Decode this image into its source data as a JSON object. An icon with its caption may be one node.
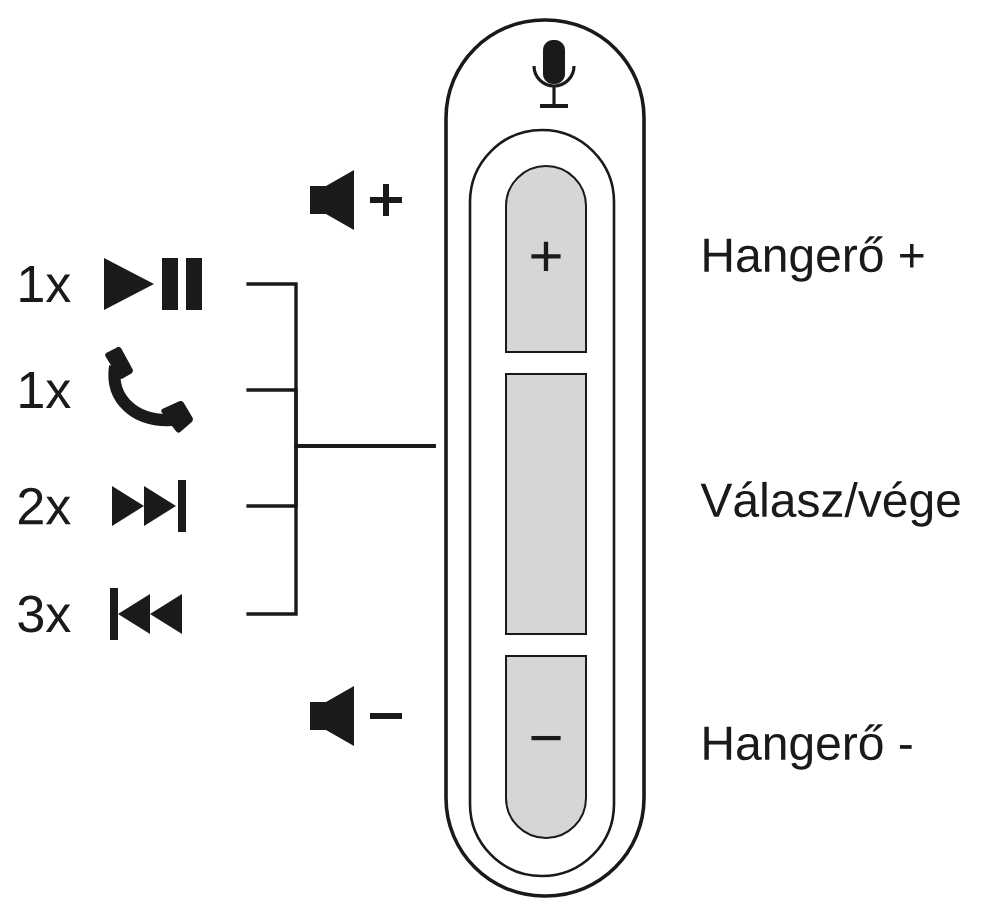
{
  "diagram": {
    "nodes": [
      {
        "text": [],
        "shape": "picture",
        "beside": [
          "1x"
        ]
      },
      {
        "text": [],
        "shape": "picture",
        "beside": [
          "1x"
        ]
      },
      {
        "text": [],
        "shape": "picture",
        "beside": [
          "2x"
        ]
      },
      {
        "text": [],
        "shape": "picture",
        "beside": [
          "3x"
        ]
      },
      {
        "text": [],
        "shape": "box"
      },
      {
        "text": [
          "+"
        ],
        "in": 4,
        "beside": [
          "Hangerő +"
        ]
      },
      {
        "text": [],
        "shape": "box",
        "in": 4,
        "beside": [
          "Válasz/vége"
        ]
      },
      {
        "text": [
          "−"
        ],
        "in": 4,
        "beside": [
          "Hangerő -"
        ]
      }
    ],
    "edges": [
      {
        "from": 0,
        "to": 4,
        "arrow": "none"
      },
      {
        "from": 1,
        "to": 4,
        "arrow": "none"
      },
      {
        "from": 2,
        "to": 4,
        "arrow": "none"
      },
      {
        "from": 3,
        "to": 4,
        "arrow": "none"
      }
    ]
  }
}
